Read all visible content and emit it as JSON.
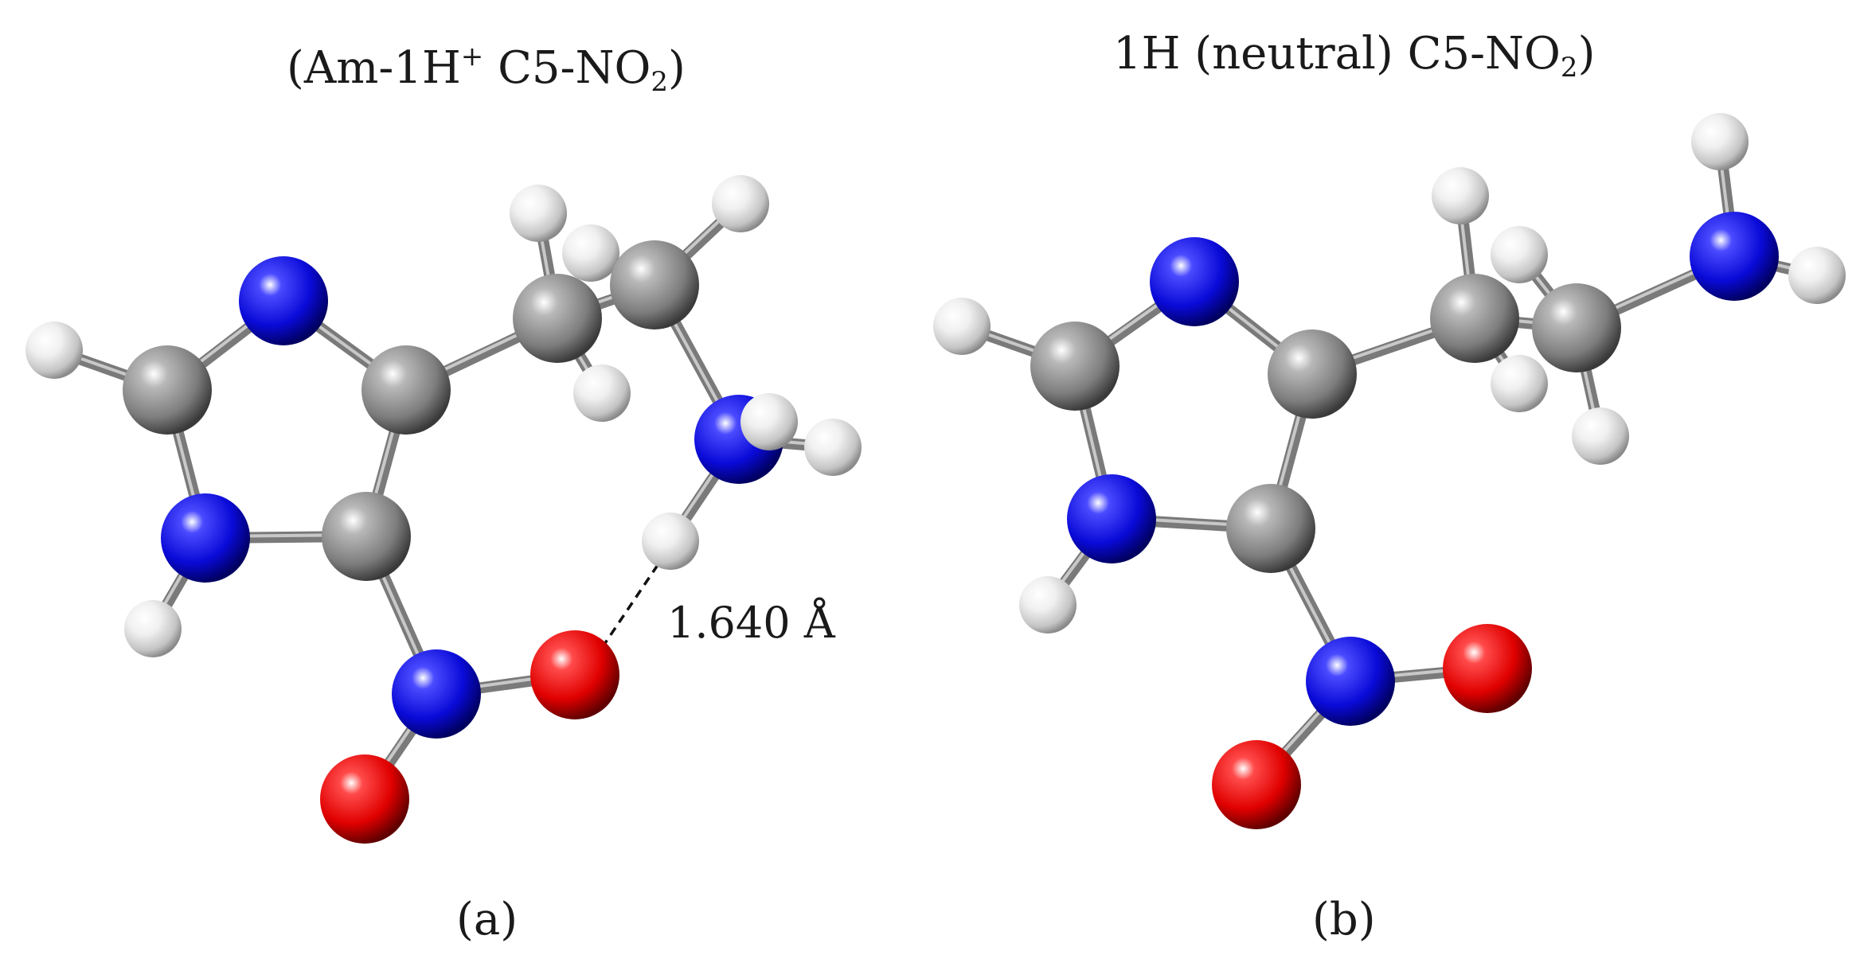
{
  "panels": [
    {
      "title": {
        "prefix": "(Am-1H",
        "superscript": "+",
        "middle": " C5-NO",
        "subscript": "2",
        "suffix": ")"
      },
      "label": "(a)",
      "annotation": "1.640 Å"
    },
    {
      "title": {
        "prefix": "1H (neutral) C5-NO",
        "subscript": "2",
        "suffix": ")"
      },
      "label": "(b)"
    }
  ],
  "colors": {
    "carbon": "#8c8c8c",
    "nitrogen": "#1414d8",
    "oxygen": "#e00000",
    "hydrogen": "#e6e6e6",
    "bond": "#7a7a7a"
  }
}
